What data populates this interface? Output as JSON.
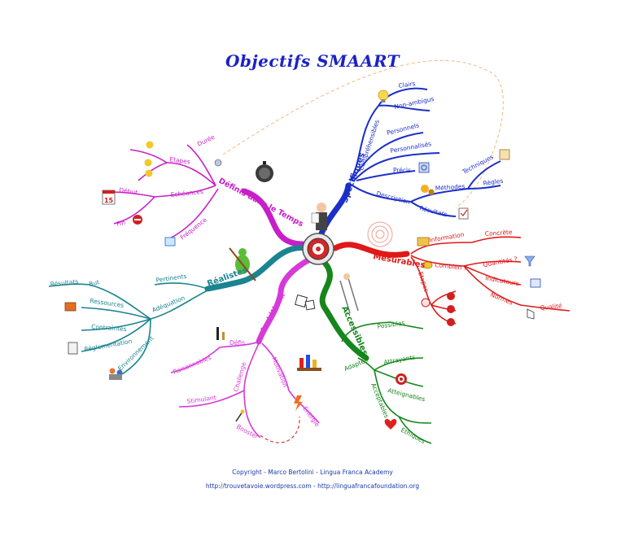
{
  "title": "Objectifs SMAART",
  "center": {
    "icon": "heart-target-icon"
  },
  "branches": {
    "specifiques": {
      "label": "Spécifiques",
      "color": "#1c2fc8",
      "subs": {
        "comprehensibles": "Compréhensibles",
        "clairs": "Clairs",
        "non_ambigus": "Non-ambigus",
        "personnels": "Personnels",
        "personnalises": "Personnalisés",
        "precis": "Précis",
        "description": "Description",
        "methodes": "Méthodes",
        "techniques": "Techniques",
        "regles": "Règles",
        "resultats": "Résultats"
      }
    },
    "mesurables": {
      "label": "Mesurables",
      "color": "#e01818",
      "subs": {
        "information": "Information",
        "concrete": "Concrète",
        "combien": "Combien ?",
        "quantites": "Quantités ?",
        "indicateurs": "Indicateurs",
        "normes": "Normes",
        "qualite": "Qualité",
        "etapes": "Etapes"
      }
    },
    "accessibles": {
      "label": "Accessibles",
      "color": "#16861c",
      "subs": {
        "possibles": "Possibles",
        "adaptes": "Adaptés",
        "attrayants": "Attrayants",
        "atteignables": "Atteignables",
        "acceptables": "Acceptables",
        "ethiques": "Ethiques"
      }
    },
    "ambitieux": {
      "label": "Ambitieux",
      "color": "#d63ad8",
      "subs": {
        "defis": "Défis",
        "raisonnables": "Raisonnables",
        "challenge": "Challenge",
        "stimulant": "Stimulant",
        "booster": "Booster",
        "motivation": "Motivation",
        "energie": "Energie"
      }
    },
    "realistes": {
      "label": "Réalistes",
      "color": "#1a8490",
      "subs": {
        "pertinents": "Pertinents",
        "adequation": "Adéquation",
        "but": "But",
        "resultats": "Résultats",
        "ressources": "Ressources",
        "contraintes": "Contraintes",
        "reglementation": "Réglementation",
        "environnement": "Environnement"
      }
    },
    "definis": {
      "label": "Définis dans le Temps",
      "color": "#c81ec8",
      "subs": {
        "duree": "Durée",
        "etapes": "Etapes",
        "echeances": "Echéances",
        "debut": "Début",
        "fin": "Fin",
        "frequence": "Fréquence"
      }
    }
  },
  "footer": {
    "copyright": "Copyright - Marco Bertolini - Lingua Franca Academy",
    "links": "http://trouvetavoie.wordpress.com - http://linguafrancafoundation.org"
  }
}
